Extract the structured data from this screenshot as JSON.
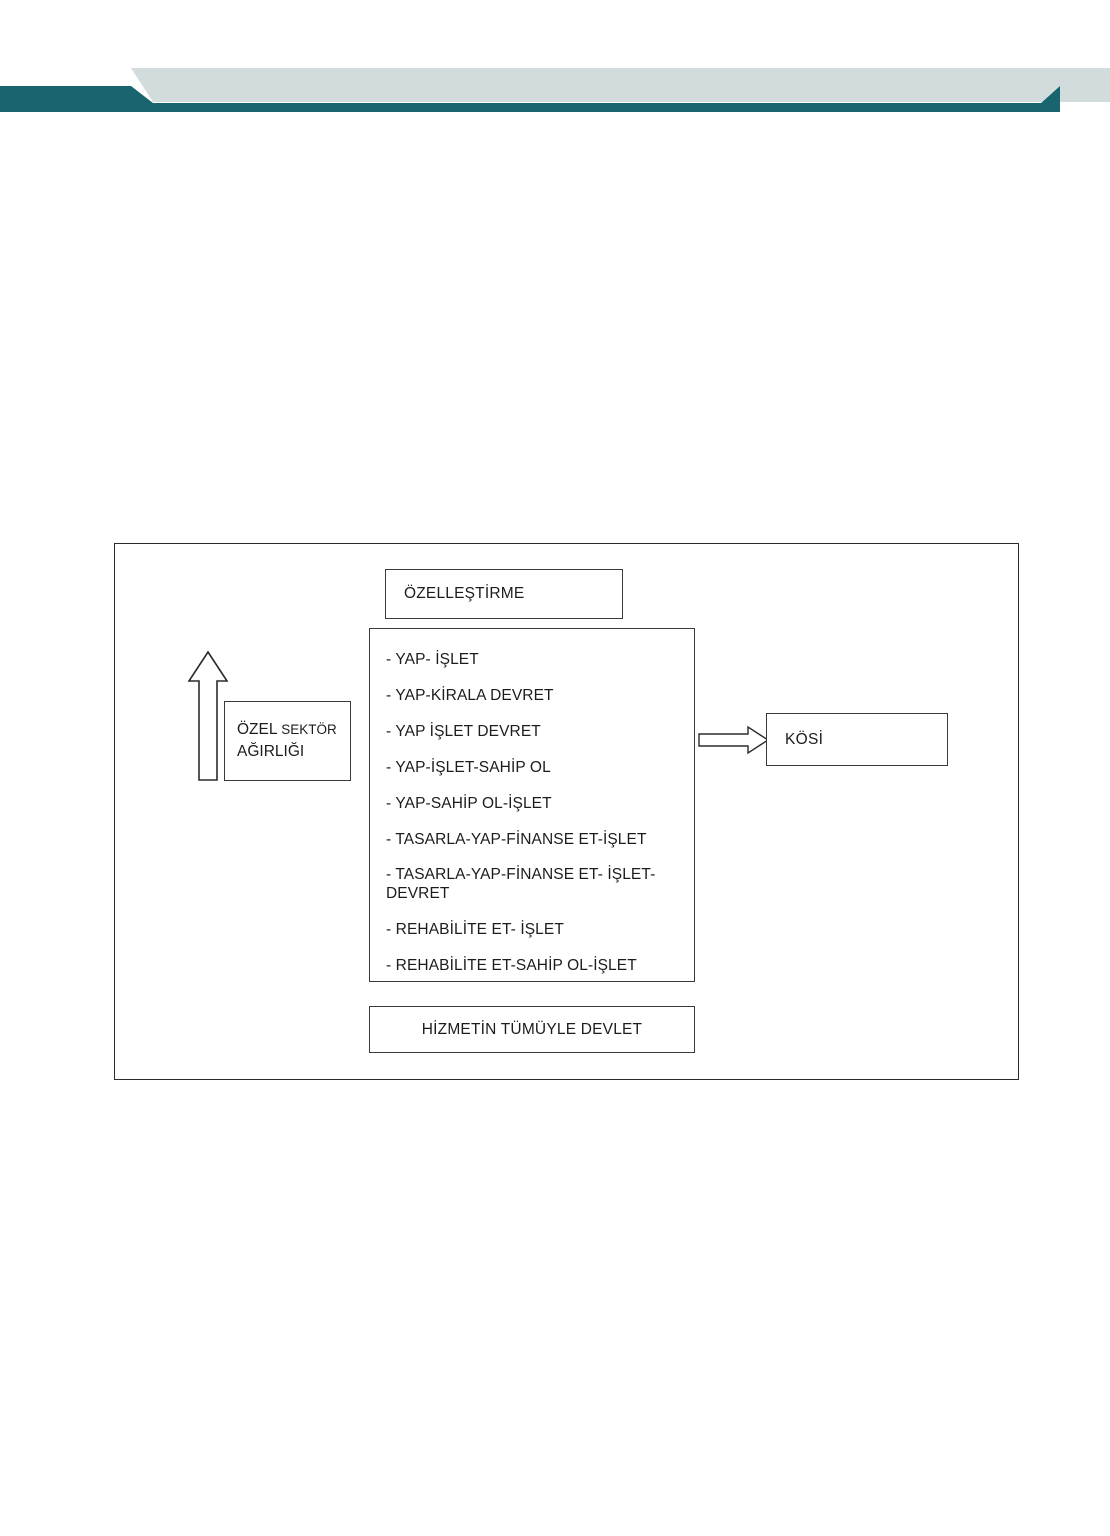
{
  "header": {
    "accent_color": "#19656f",
    "secondary_color": "#d3dcdc"
  },
  "diagram": {
    "name": "ozellestirme-kosi-diagram",
    "boxes": {
      "top": {
        "label": "ÖZELLEŞTİRME"
      },
      "left": {
        "line1_lead": "ÖZEL ",
        "line1_rest": "SEKTÖR",
        "line2": "AĞIRLIĞI"
      },
      "right": {
        "label": "KÖSİ"
      },
      "bottom": {
        "label": "HİZMETİN TÜMÜYLE DEVLET"
      }
    },
    "model_list": [
      "- YAP- İŞLET",
      "- YAP-KİRALA DEVRET",
      "- YAP İŞLET DEVRET",
      "- YAP-İŞLET-SAHİP OL",
      "- YAP-SAHİP OL-İŞLET",
      "- TASARLA-YAP-FİNANSE ET-İŞLET",
      "- TASARLA-YAP-FİNANSE ET- İŞLET-DEVRET",
      "- REHABİLİTE ET- İŞLET",
      "- REHABİLİTE ET-SAHİP OL-İŞLET"
    ],
    "arrows": {
      "up": "up-arrow",
      "right": "right-arrow"
    },
    "line_color": "#2b2b2b"
  }
}
